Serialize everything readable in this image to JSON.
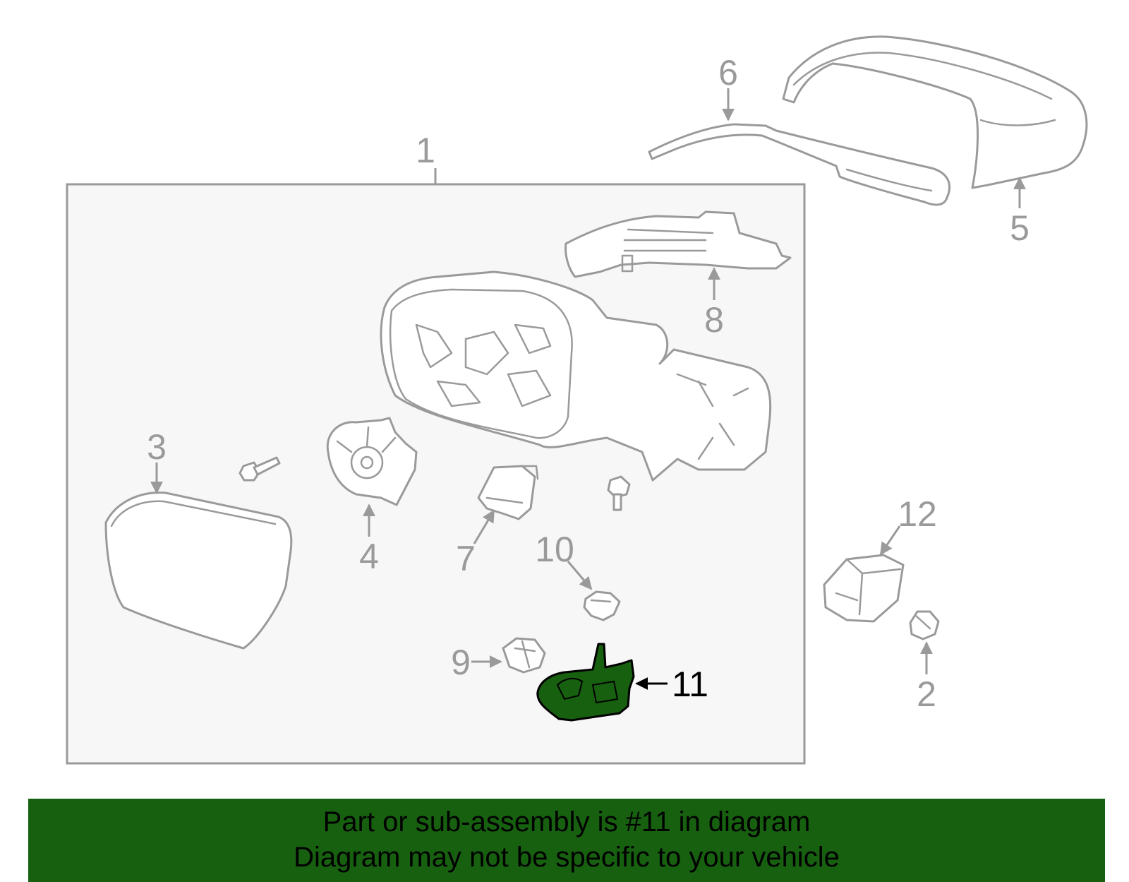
{
  "callouts": {
    "c1": "1",
    "c2": "2",
    "c3": "3",
    "c4": "4",
    "c5": "5",
    "c6": "6",
    "c7": "7",
    "c8": "8",
    "c9": "9",
    "c10": "10",
    "c11": "11",
    "c12": "12"
  },
  "highlighted_part": "11",
  "colors": {
    "highlight": "#176010",
    "line": "#9a9a9a",
    "box_fill": "#f7f7f7"
  },
  "banner": {
    "line1": "Part or sub-assembly is #11 in diagram",
    "line2": "Diagram may not be specific to your vehicle"
  }
}
